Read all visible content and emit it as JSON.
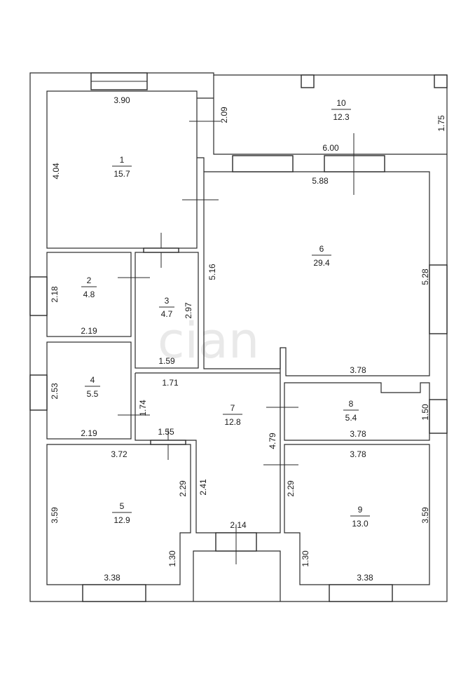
{
  "watermark": "cian",
  "rooms": [
    {
      "id": "room-1",
      "number": "1",
      "area": "15.7",
      "dims": [
        "3.90",
        "4.04"
      ]
    },
    {
      "id": "room-2",
      "number": "2",
      "area": "4.8",
      "dims": [
        "2.18",
        "2.19"
      ]
    },
    {
      "id": "room-3",
      "number": "3",
      "area": "4.7",
      "dims": [
        "2.97",
        "1.59"
      ]
    },
    {
      "id": "room-4",
      "number": "4",
      "area": "5.5",
      "dims": [
        "2.53",
        "2.19"
      ]
    },
    {
      "id": "room-5",
      "number": "5",
      "area": "12.9",
      "dims": [
        "3.72",
        "2.29",
        "3.59",
        "1.30",
        "3.38"
      ]
    },
    {
      "id": "room-6",
      "number": "6",
      "area": "29.4",
      "dims": [
        "5.88",
        "5.16",
        "5.28",
        "3.78"
      ]
    },
    {
      "id": "room-7",
      "number": "7",
      "area": "12.8",
      "dims": [
        "1.71",
        "1.74",
        "1.55",
        "2.41",
        "4.79",
        "2.14"
      ]
    },
    {
      "id": "room-8",
      "number": "8",
      "area": "5.4",
      "dims": [
        "1.50",
        "3.78"
      ]
    },
    {
      "id": "room-9",
      "number": "9",
      "area": "13.0",
      "dims": [
        "3.78",
        "2.29",
        "3.59",
        "1.30",
        "3.38"
      ]
    },
    {
      "id": "room-10",
      "number": "10",
      "area": "12.3",
      "dims": [
        "2.09",
        "1.75",
        "6.00"
      ]
    }
  ]
}
